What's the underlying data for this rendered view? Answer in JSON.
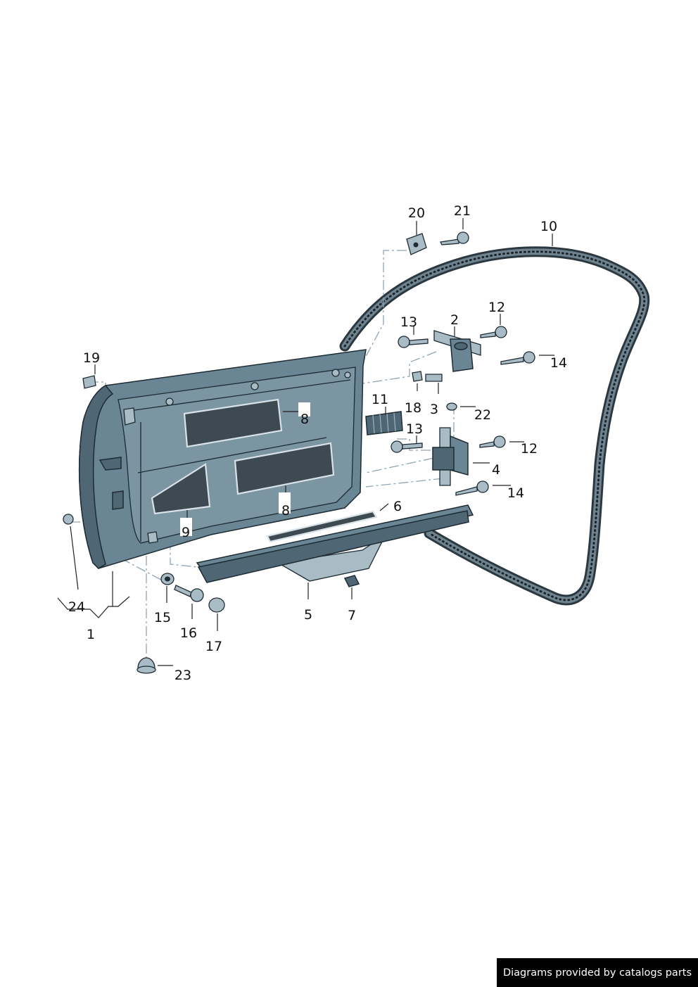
{
  "callouts": {
    "c1": "1",
    "c2": "2",
    "c3": "3",
    "c4": "4",
    "c5": "5",
    "c6": "6",
    "c7": "7",
    "c8a": "8",
    "c8b": "8",
    "c9": "9",
    "c10": "10",
    "c11": "11",
    "c12a": "12",
    "c12b": "12",
    "c13a": "13",
    "c13b": "13",
    "c14a": "14",
    "c14b": "14",
    "c15": "15",
    "c16": "16",
    "c17": "17",
    "c18": "18",
    "c19": "19",
    "c20": "20",
    "c21": "21",
    "c22": "22",
    "c23": "23",
    "c24": "24"
  },
  "footer": {
    "text": "Diagrams provided by catalogs parts"
  },
  "colors": {
    "metal": "#6a8594",
    "outline": "#1d2b33",
    "felt": "#3e4a52",
    "seal": "#2b3840",
    "footer_bg": "#000000",
    "footer_text": "#ffffff"
  }
}
